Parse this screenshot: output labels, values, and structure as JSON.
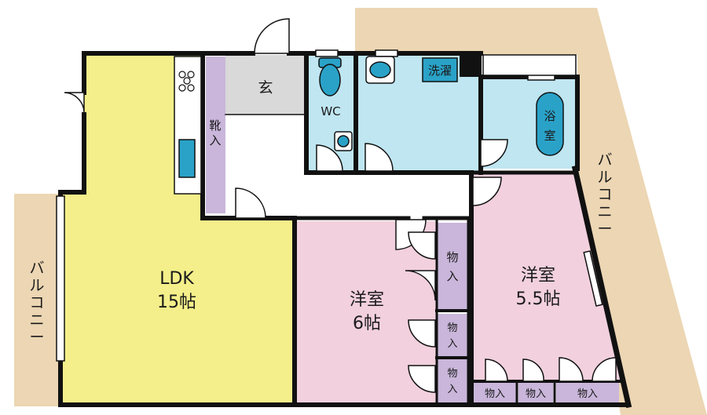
{
  "rooms": {
    "ldk": {
      "name": "LDK",
      "size": "15帖",
      "color": "#f4ef8a"
    },
    "western_6": {
      "name": "洋室",
      "size": "6帖",
      "color": "#f2d0dd"
    },
    "western_55": {
      "name": "洋室",
      "size": "5.5帖",
      "color": "#f2d0dd"
    },
    "entrance": {
      "name": "玄"
    },
    "shoe_closet": [
      "靴",
      "入"
    ],
    "wc": {
      "name": "WC"
    },
    "washer": {
      "name": "洗濯"
    },
    "bath": {
      "name": [
        "浴",
        "室"
      ]
    }
  },
  "storage": {
    "closet_a": [
      "物",
      "入"
    ],
    "closet_b": [
      "物",
      "入"
    ],
    "closet_c": [
      "物",
      "入"
    ],
    "bottom_1": "物入",
    "bottom_2": "物入",
    "bottom_3": "物入"
  },
  "balcony": {
    "left": [
      "バ",
      "ル",
      "コ",
      "ニ",
      "ー"
    ],
    "right": [
      "バ",
      "ル",
      "コ",
      "ニ",
      "ー"
    ]
  },
  "colors": {
    "wall": "#111111",
    "balcony": "#ecd6b3",
    "ldk": "#f4ef8a",
    "western": "#f2d0dd",
    "wet_area": "#bfe6f1",
    "storage": "#c9b6da",
    "entrance": "#d9d9d9",
    "fixture_blue": "#2aa2c8"
  }
}
